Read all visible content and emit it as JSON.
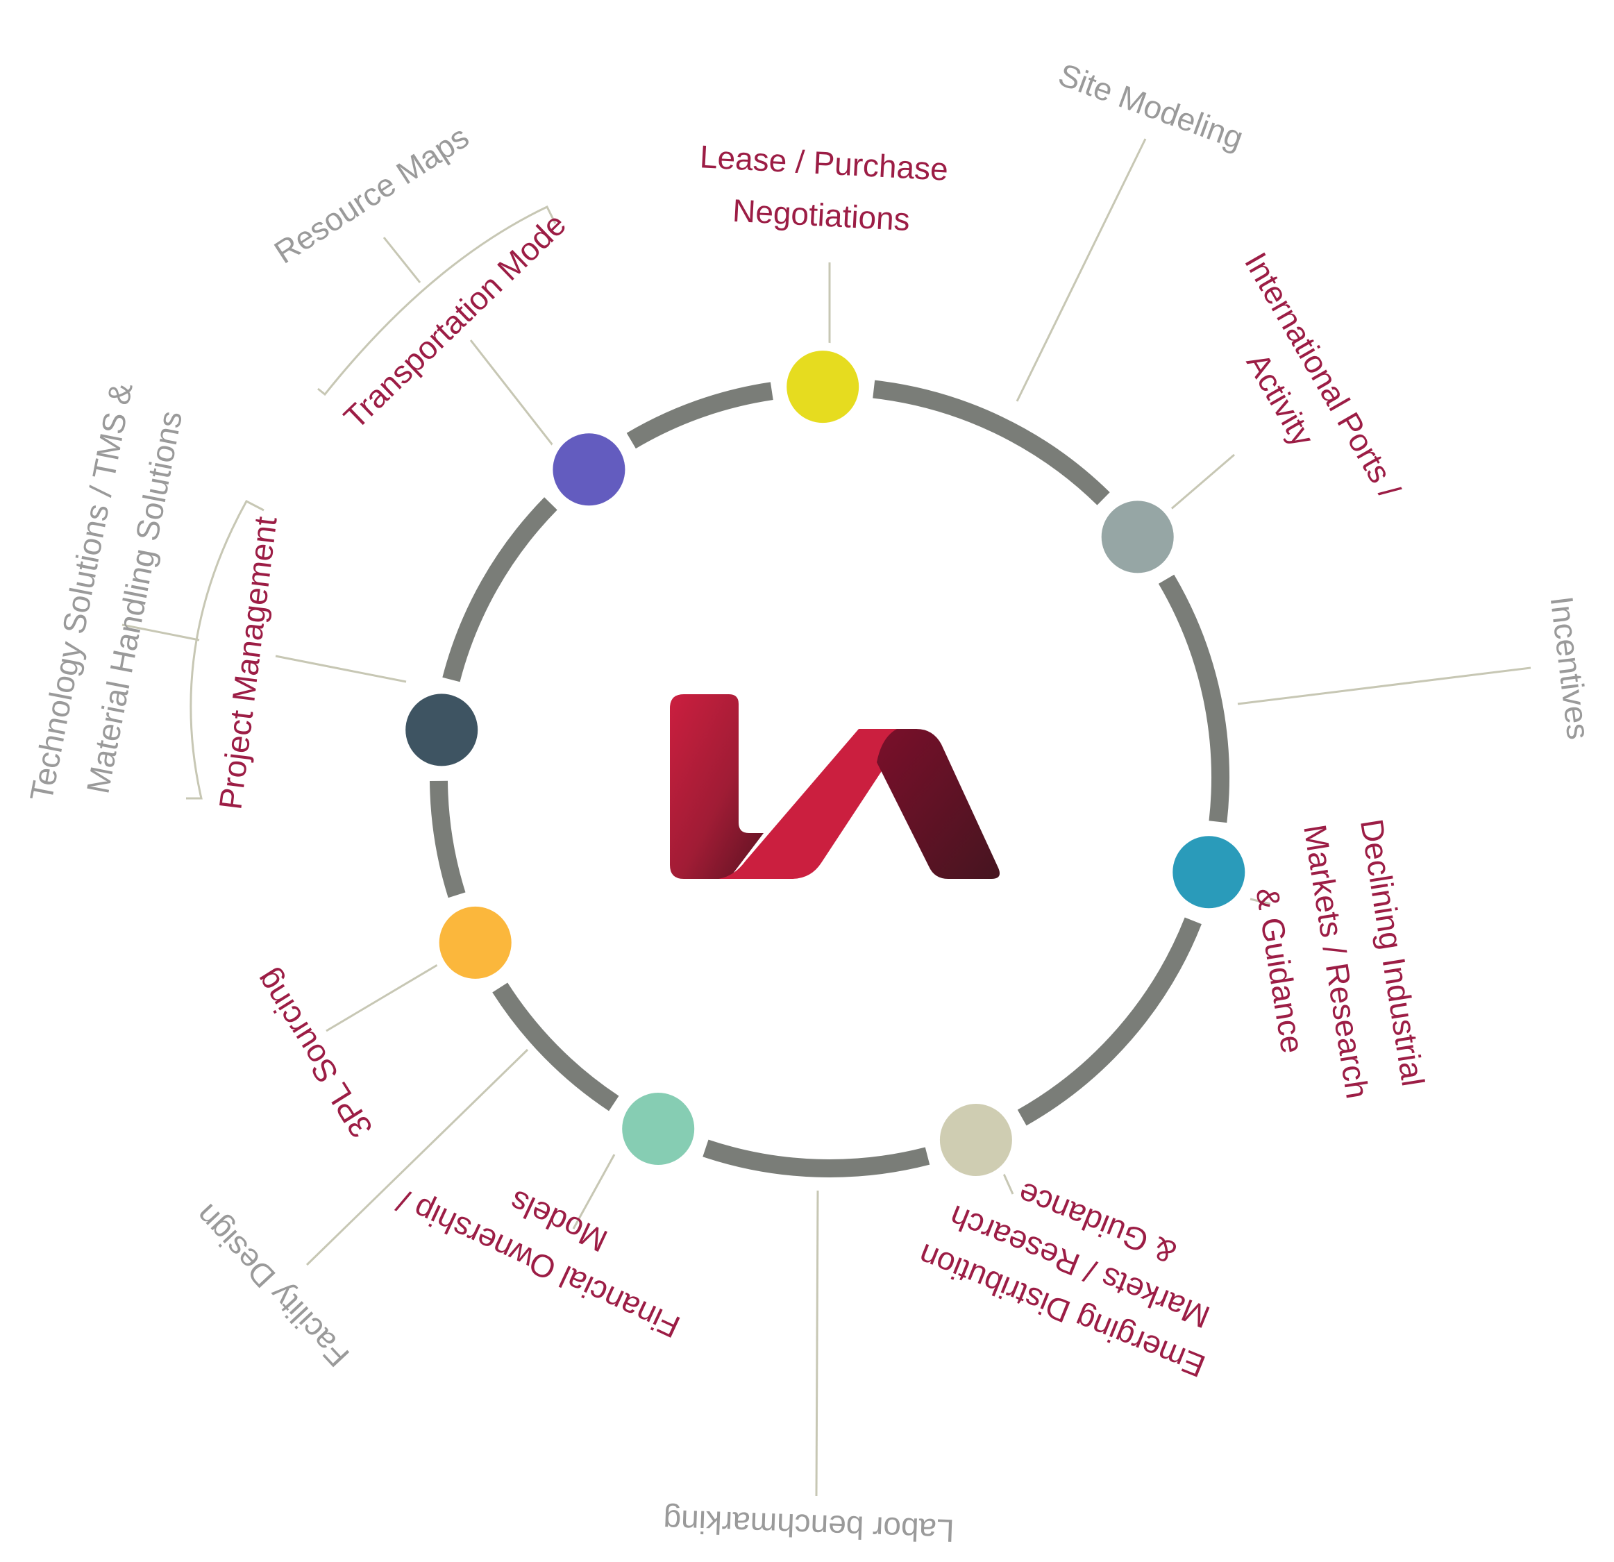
{
  "colors": {
    "ring": "#7a7d78",
    "leader": "#c7c7b4",
    "primary_text": "#9c1d45",
    "secondary_text": "#9a9a9a",
    "logo_red": "#cb1f3f",
    "logo_dark": "#5c1222",
    "logo_darkest": "#4a1520"
  },
  "logo": {
    "name": "la-logo"
  },
  "nodes": [
    {
      "id": "lease",
      "color": "#e6dc1f",
      "label_lines": [
        "Lease / Purchase",
        "Negotiations"
      ]
    },
    {
      "id": "ports",
      "color": "#96a6a5",
      "label_lines": [
        "International Ports /",
        "Activity"
      ]
    },
    {
      "id": "declining",
      "color": "#2a9bba",
      "label_lines": [
        "Declining Industrial",
        "Markets / Research",
        "& Guidance"
      ]
    },
    {
      "id": "emerging",
      "color": "#cfcdb2",
      "label_lines": [
        "Emerging Distribution",
        "Markets / Research",
        "& Guidance"
      ]
    },
    {
      "id": "financial",
      "color": "#86cdb3",
      "label_lines": [
        "Financial Ownership /",
        "Models"
      ]
    },
    {
      "id": "sourcing",
      "color": "#fbb73c",
      "label_lines": [
        "3PL Sourcing"
      ]
    },
    {
      "id": "project",
      "color": "#3e5462",
      "label_lines": [
        "Project Management"
      ]
    },
    {
      "id": "transport",
      "color": "#635cbf",
      "label_lines": [
        "Transportation Mode"
      ]
    }
  ],
  "outer_labels": [
    {
      "id": "site",
      "label_lines": [
        "Site Modeling"
      ]
    },
    {
      "id": "incentives",
      "label_lines": [
        "Incentives"
      ]
    },
    {
      "id": "labor",
      "label_lines": [
        "Labor benchmarking"
      ]
    },
    {
      "id": "facility",
      "label_lines": [
        "Facility Design"
      ]
    },
    {
      "id": "technology",
      "label_lines": [
        "Technology Solutions  /  TMS &",
        "Material Handling Solutions"
      ]
    },
    {
      "id": "resource",
      "label_lines": [
        "Resource Maps"
      ]
    }
  ]
}
